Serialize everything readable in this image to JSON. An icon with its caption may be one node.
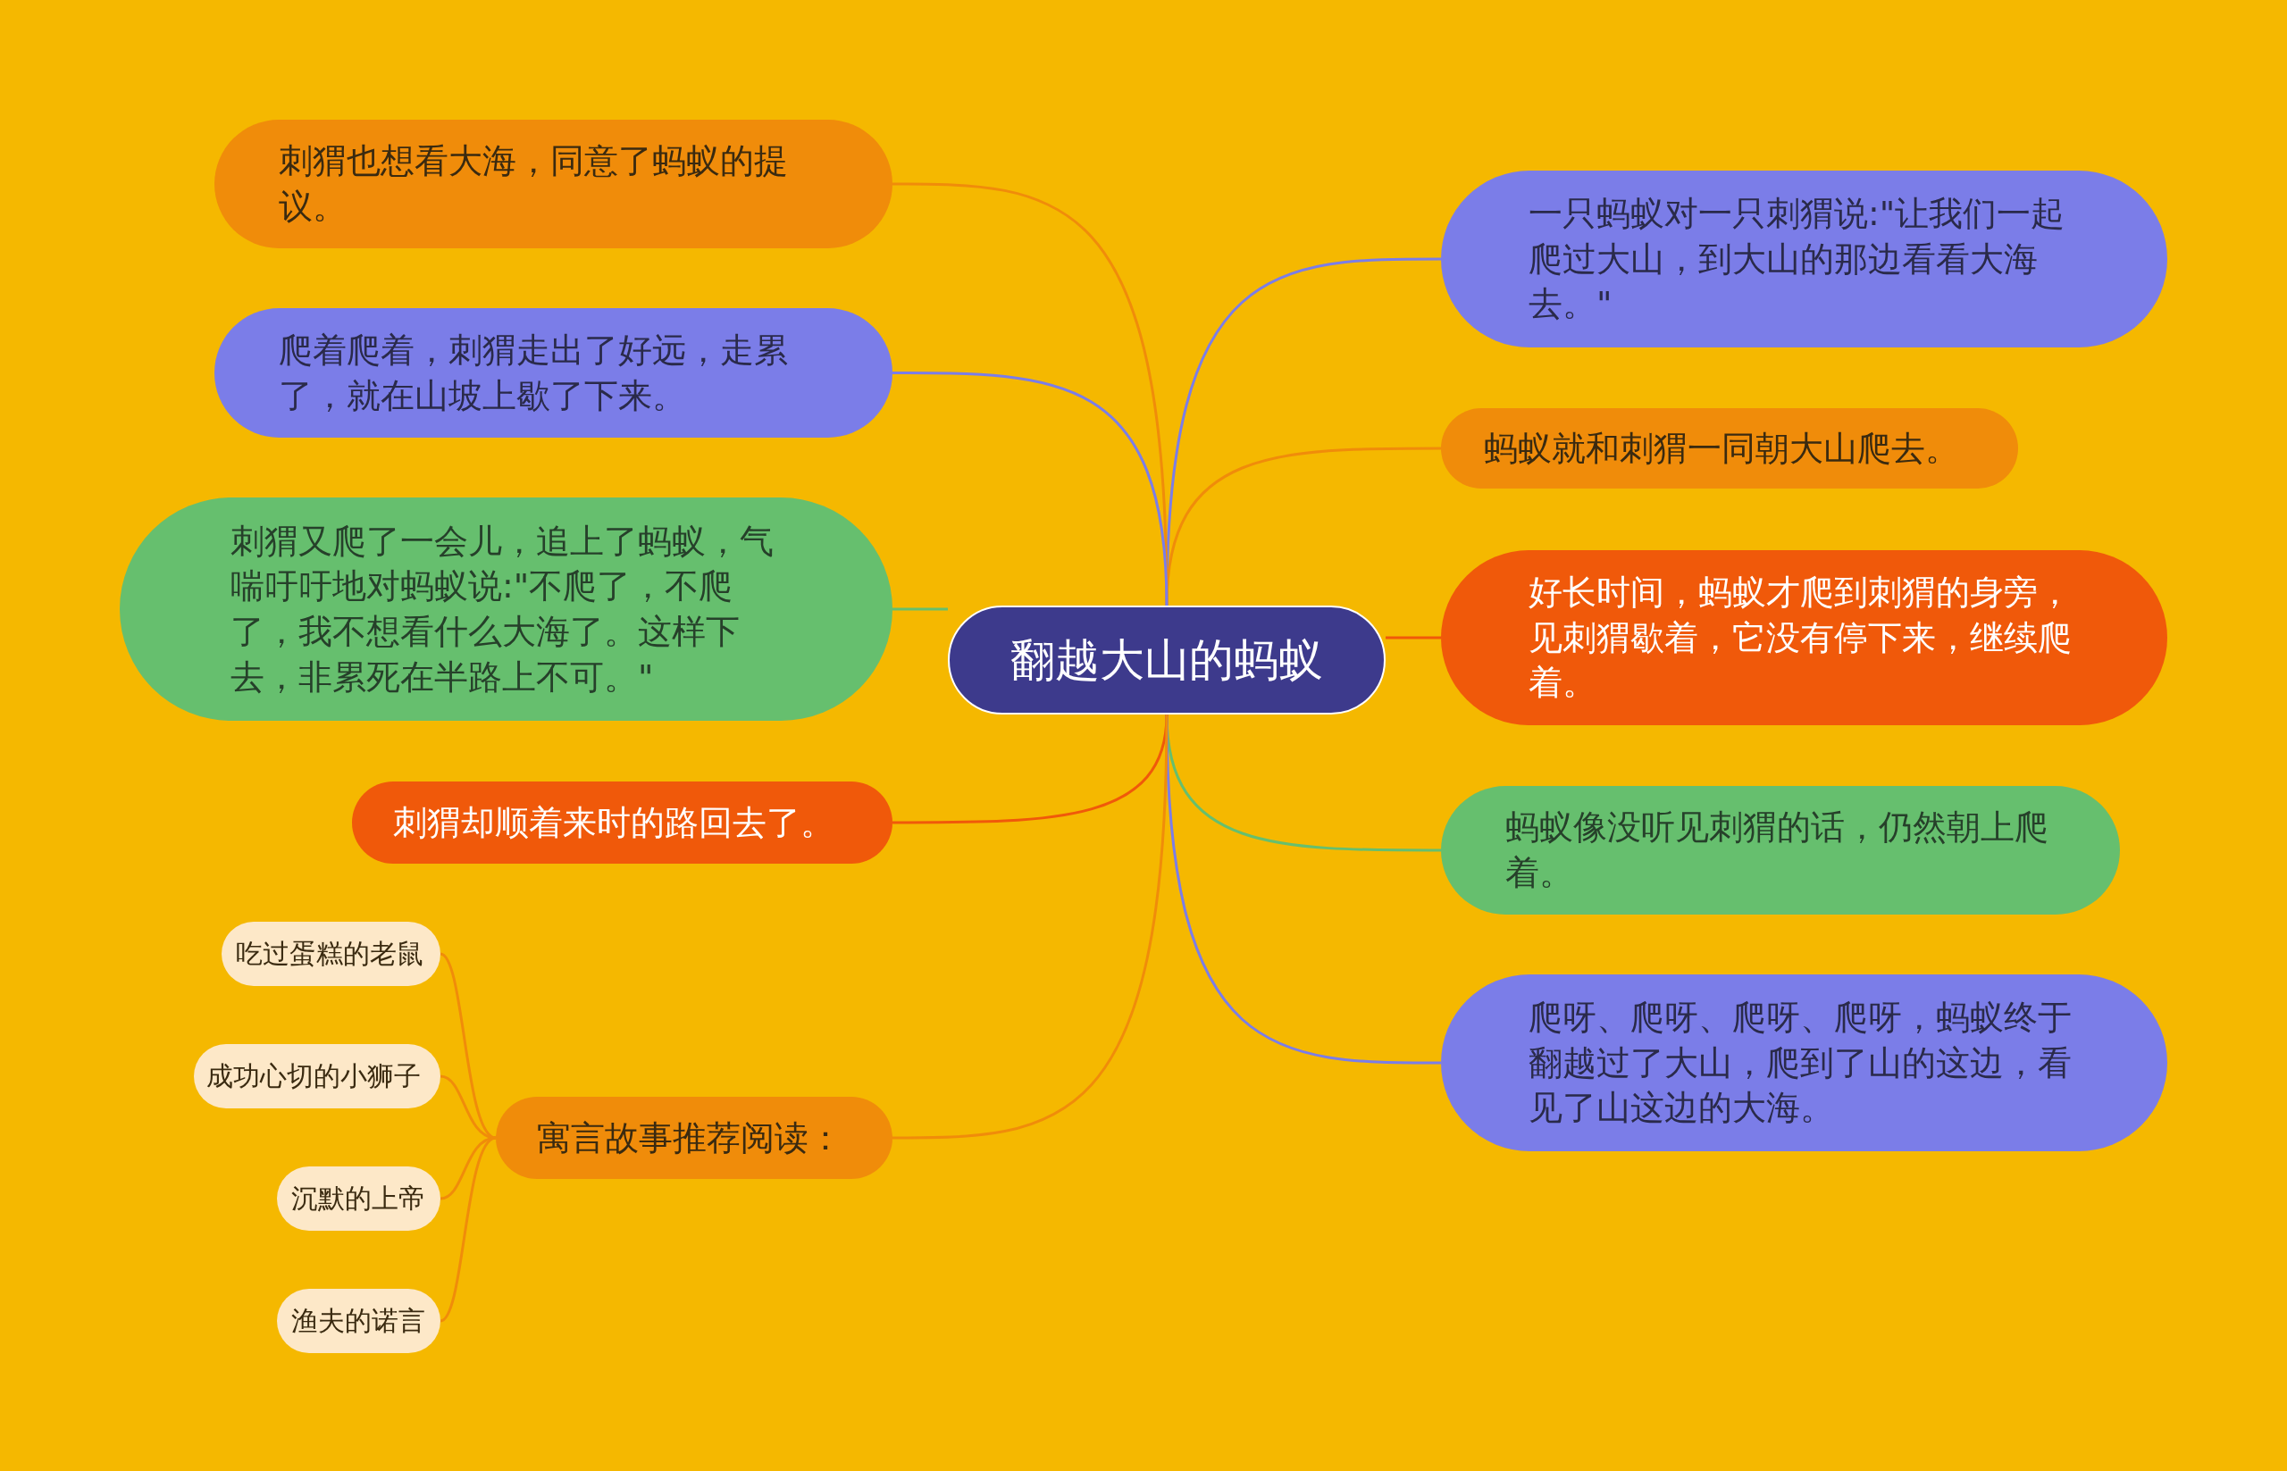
{
  "diagram": {
    "nodes": [
      {
        "text": [
          "翻越大山的蚂蚁"
        ]
      },
      {
        "text": [
          "一只蚂蚁对一只刺猬说:\"让我们一起爬过大山，到大山的那边看看大海去。\""
        ]
      },
      {
        "text": [
          "蚂蚁就和刺猬一同朝大山爬去。"
        ]
      },
      {
        "text": [
          "好长时间，蚂蚁才爬到刺猬的身旁，见刺猬歇着，它没有停下来，继续爬着。"
        ]
      },
      {
        "text": [
          "蚂蚁像没听见刺猬的话，仍然朝上爬着。"
        ]
      },
      {
        "text": [
          "爬呀、爬呀、爬呀、爬呀，蚂蚁终于翻越过了大山，爬到了山的这边，看见了山这边的大海。"
        ]
      },
      {
        "text": [
          "刺猬也想看大海，同意了蚂蚁的提议。"
        ]
      },
      {
        "text": [
          "爬着爬着，刺猬走出了好远，走累了，就在山坡上歇了下来。"
        ]
      },
      {
        "text": [
          "刺猬又爬了一会儿，追上了蚂蚁，气喘吁吁地对蚂蚁说:\"不爬了，不爬了，我不想看什么大海了。这样下去，非累死在半路上不可。\""
        ]
      },
      {
        "text": [
          "刺猬却顺着来时的路回去了。"
        ]
      },
      {
        "text": [
          "寓言故事推荐阅读："
        ]
      },
      {
        "text": [
          "吃过蛋糕的老鼠"
        ]
      },
      {
        "text": [
          "成功心切的小狮子"
        ]
      },
      {
        "text": [
          "沉默的上帝"
        ]
      },
      {
        "text": [
          "渔夫的诺言"
        ]
      }
    ],
    "edges": [
      {
        "from": 0,
        "to": 1,
        "arrow": "none",
        "color": "#7b7de8"
      },
      {
        "from": 0,
        "to": 2,
        "arrow": "none",
        "color": "#f08c0a"
      },
      {
        "from": 0,
        "to": 3,
        "arrow": "none",
        "color": "#f0590a"
      },
      {
        "from": 0,
        "to": 4,
        "arrow": "none",
        "color": "#66bf6e"
      },
      {
        "from": 0,
        "to": 5,
        "arrow": "none",
        "color": "#7b7de8"
      },
      {
        "from": 0,
        "to": 6,
        "arrow": "none",
        "color": "#f08c0a"
      },
      {
        "from": 0,
        "to": 7,
        "arrow": "none",
        "color": "#7b7de8"
      },
      {
        "from": 0,
        "to": 8,
        "arrow": "none",
        "color": "#66bf6e"
      },
      {
        "from": 0,
        "to": 9,
        "arrow": "none",
        "color": "#f0590a"
      },
      {
        "from": 0,
        "to": 10,
        "arrow": "none",
        "color": "#f08c0a"
      },
      {
        "from": 10,
        "to": 11,
        "arrow": "none",
        "color": "#f08c0a"
      },
      {
        "from": 10,
        "to": 12,
        "arrow": "none",
        "color": "#f08c0a"
      },
      {
        "from": 10,
        "to": 13,
        "arrow": "none",
        "color": "#f08c0a"
      },
      {
        "from": 10,
        "to": 14,
        "arrow": "none",
        "color": "#f08c0a"
      }
    ]
  }
}
